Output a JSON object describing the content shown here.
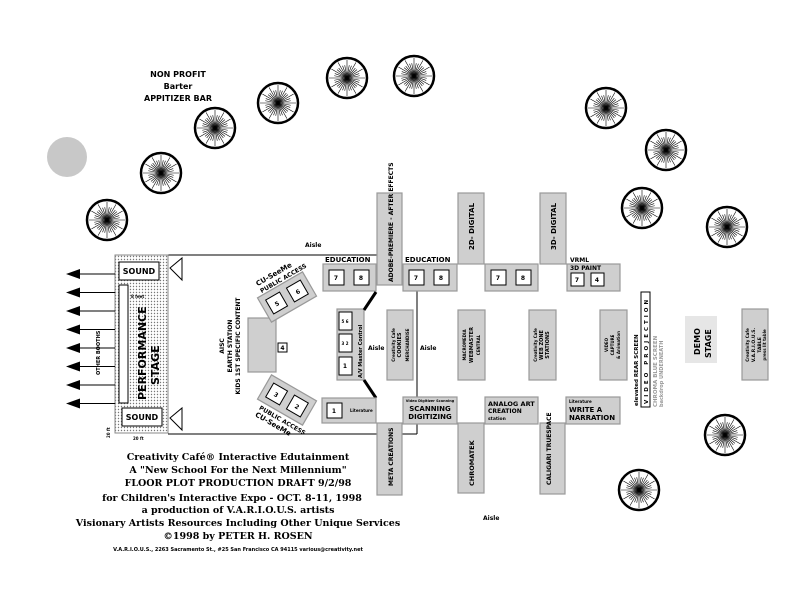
{
  "bar": {
    "line1": "NON PROFIT",
    "line2": "Barter",
    "line3": "APPITIZER BAR"
  },
  "aisle": "Aisle",
  "stage": {
    "sound": "SOUND",
    "title1": "PERFORMANCE",
    "title2": "STAGE",
    "other_booths": "OTHER BOOTHS",
    "dim1": "8 feet",
    "dim2": "20 ft",
    "dim3": "20 ft"
  },
  "aisc": {
    "line1": "AISC",
    "line2": "EARTH STATION",
    "line3": "KIDS 1ST SPECIFIC CONTENT",
    "num": "4"
  },
  "public_access": {
    "title": "CU-SeeMe",
    "sub": "PUBLIC ACCESS",
    "top": [
      "5",
      "6"
    ],
    "bottom": [
      "3",
      "2"
    ]
  },
  "booths": {
    "education1": {
      "label": "EDUCATION",
      "a": "7",
      "b": "8"
    },
    "adobe": "ADOBE-PREMIERE - AFTER EFFECTS",
    "education2": {
      "label": "EDUCATION",
      "a": "7",
      "b": "8"
    },
    "digital2d": "2D- DIGITAL",
    "mid": {
      "a": "7",
      "b": "8"
    },
    "digital3d": "3D- DIGITAL",
    "vrml": {
      "label1": "VRML",
      "label2": "3D PAINT",
      "a": "7",
      "b": "4"
    },
    "av": {
      "label": "A/V Master Control",
      "a": "5 6",
      "b": "3 2",
      "c": "1"
    },
    "cookies": {
      "l1": "Creativity Cafe",
      "l2": "COOKIES",
      "l3": "MERCHANDISE"
    },
    "webmaster": {
      "l1": "MACROMEDIA",
      "l2": "WEBMASTER",
      "l3": "CENTRAL"
    },
    "webzone": {
      "l1": "Creativity Cafe",
      "l2": "WEB ZONE",
      "l3": "STATIONS"
    },
    "video": {
      "l1": "VIDEO",
      "l2": "CAPTURE",
      "l3": "& Animation"
    },
    "literature": {
      "num": "1",
      "label": "Literature"
    },
    "scanning": {
      "small": "Video Digitizer Scanning",
      "l1": "SCANNING",
      "l2": "DIGITIZING"
    },
    "analog": {
      "l1": "ANALOG ART",
      "l2": "CREATION",
      "l3": "station"
    },
    "write": {
      "small": "Literature",
      "l1": "WRITE A",
      "l2": "NARRATION"
    },
    "meta": "META CREATIONS",
    "chromatek": "CHROMATEK",
    "caligari": "CALIGARI TRUESPACE",
    "screen": {
      "l1": "elevated REAR SCREEN",
      "l2": "VIDEO PROJECTION",
      "l3": "CHROMA BLUE SCREEN",
      "l4": "backdrop UNDERNEATH"
    },
    "demo": {
      "l1": "DEMO",
      "l2": "STAGE"
    },
    "various": {
      "l1": "Creativity Cafe",
      "l2": "V.A.R.I.O.U.S.",
      "l3": "TABLE",
      "l4": "press    lit table"
    }
  },
  "footer": [
    "Creativity Café® Interactive Edutainment",
    "A \"New School For the Next Millennium\"",
    "FLOOR PLOT PRODUCTION DRAFT 9/2/98",
    "for Children's Interactive Expo  -  OCT. 8-11, 1998",
    "a production of V.A.R.I.O.U.S. artists",
    "Visionary Artists Resources Including Other Unique Services",
    "©1998 by PETER H. ROSEN",
    "V.A.R.I.O.U.S., 2263 Sacramento St., #25 San Francisco  CA  94115 various@creativity.net"
  ]
}
